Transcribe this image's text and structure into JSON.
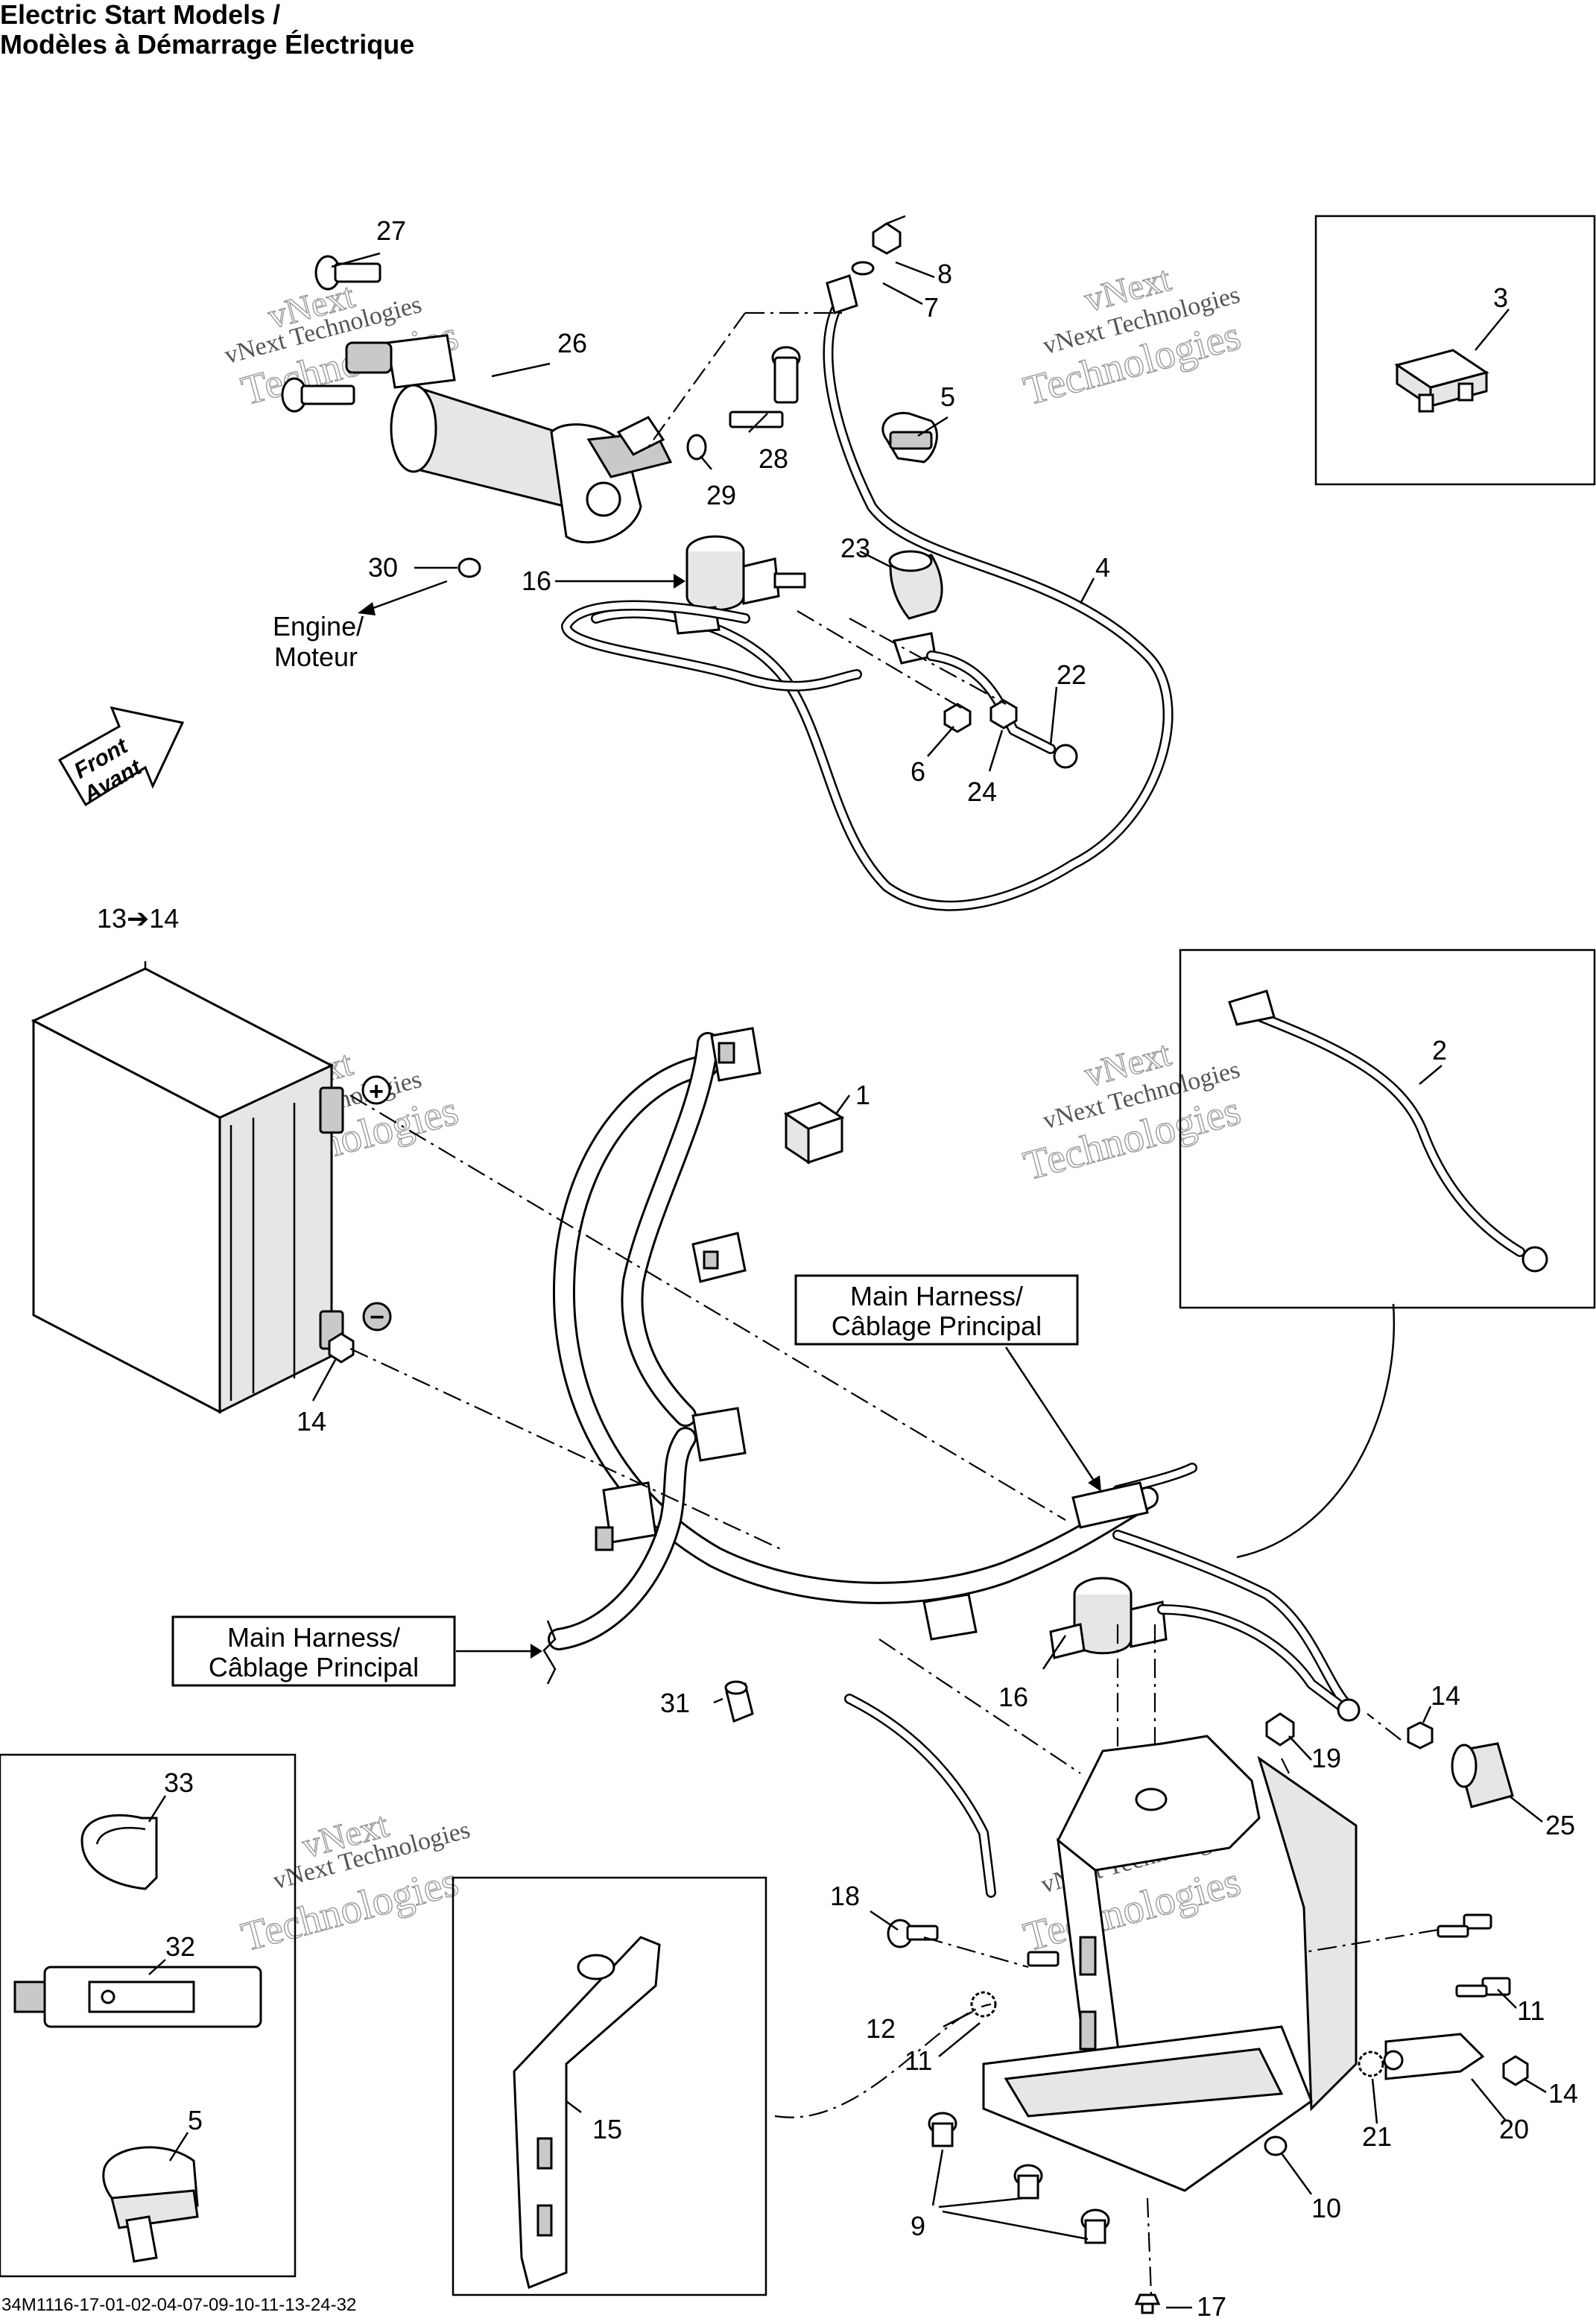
{
  "title_line1": "Electric Start Models /",
  "title_line2": "Modèles à Démarrage Électrique",
  "footer_code": "34M1116-17-01-02-04-07-09-10-11-13-24-32",
  "watermark": {
    "line1": "vNext Technologies",
    "line2": "vNext",
    "line3": "Technologies"
  },
  "labels": {
    "engine_line1": "Engine/",
    "engine_line2": "Moteur",
    "front_line1": "Front",
    "front_line2": "Avant",
    "harness_line1": "Main Harness/",
    "harness_line2": "Câblage Principal",
    "battery_plus": "+",
    "battery_minus": "−",
    "arrow_13_14": "13➔14"
  },
  "callouts": {
    "c1": "1",
    "c2": "2",
    "c3": "3",
    "c4": "4",
    "c5a": "5",
    "c5b": "5",
    "c6": "6",
    "c7": "7",
    "c8": "8",
    "c9": "9",
    "c10": "10",
    "c11a": "11",
    "c11b": "11",
    "c12": "12",
    "c14a": "14",
    "c14b": "14",
    "c14c": "14",
    "c15": "15",
    "c16a": "16",
    "c16b": "16",
    "c17": "17",
    "c18": "18",
    "c19": "19",
    "c20": "20",
    "c21": "21",
    "c22": "22",
    "c23": "23",
    "c24": "24",
    "c25": "25",
    "c26": "26",
    "c27": "27",
    "c28": "28",
    "c29": "29",
    "c30": "30",
    "c31": "31",
    "c32": "32",
    "c33": "33"
  }
}
